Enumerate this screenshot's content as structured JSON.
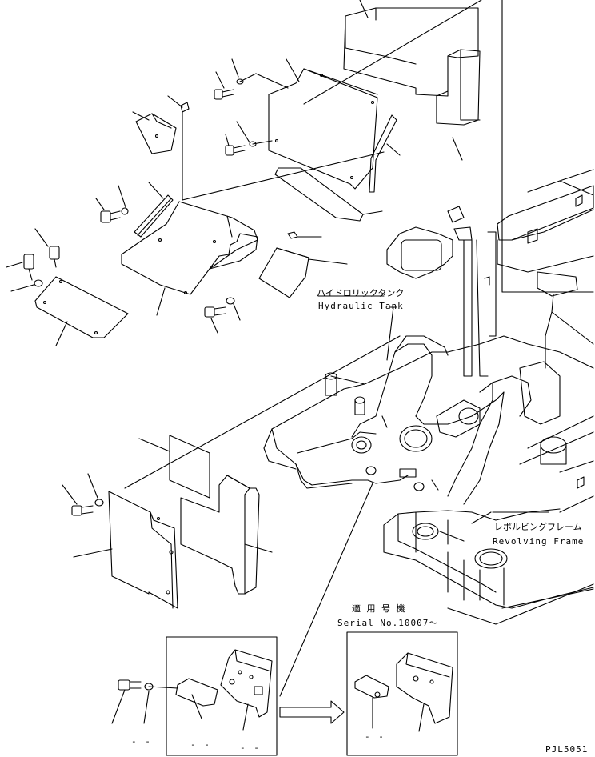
{
  "labels": {
    "hydraulic_tank_jp": "ハイドロリックタンク",
    "hydraulic_tank_en": "Hydraulic Tank",
    "revolving_frame_jp": "レボルビングフレーム",
    "revolving_frame_en": "Revolving Frame",
    "serial_jp": "適 用 号 機",
    "serial_en": "Serial No.10007～",
    "drawing_code": "PJL5051"
  },
  "placeholders": {
    "left_box_a": "- -",
    "left_box_b": "- -",
    "left_box_c": "- -",
    "right_box": "- -"
  },
  "colors": {
    "line": "#000000",
    "background": "#ffffff"
  }
}
